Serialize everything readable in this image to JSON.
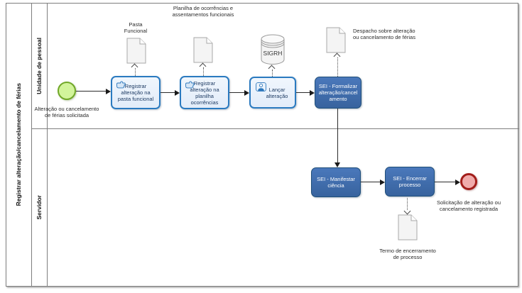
{
  "pool": {
    "label": "Registrar alteração/cancelamento de férias"
  },
  "lanes": [
    {
      "label": "Unidade de pessoal"
    },
    {
      "label": "Servidor"
    }
  ],
  "events": {
    "start": {
      "label": "Alteração ou cancelamento de férias solicitada"
    },
    "end": {
      "label": "Solicitação de alteração ou cancelamento registrada"
    }
  },
  "tasks": [
    {
      "label": "Registrar alteração na pasta funcional",
      "type": "manual",
      "style": "light"
    },
    {
      "label": "Registrar alteração na planilha ocorrências",
      "type": "manual",
      "style": "light"
    },
    {
      "label": "Lançar alteração",
      "type": "user",
      "style": "light"
    },
    {
      "label": "SEI - Formalizar alteração/cancelamento",
      "style": "dark"
    },
    {
      "label": "SEI - Manifestar ciência",
      "style": "dark"
    },
    {
      "label": "SEI - Encerrar processo",
      "style": "dark"
    }
  ],
  "artifacts": [
    {
      "type": "document",
      "label": "Pasta Funcional"
    },
    {
      "type": "document",
      "label": "Planilha de ocorrências e assentamentos funcionais"
    },
    {
      "type": "datastore",
      "label": "SIGRH"
    },
    {
      "type": "document",
      "label": "Despacho sobre alteração ou cancelamento de férias"
    },
    {
      "type": "document",
      "label": "Termo de encerramento de processo"
    }
  ],
  "colors": {
    "task_light_fill": "#e9f1fb",
    "task_light_border": "#2a7ac0",
    "task_dark_fill": "#3d6eb2",
    "task_dark_border": "#1f4e79",
    "start_fill": "#d2f49b",
    "start_border": "#71a828",
    "end_fill": "#f0abab",
    "end_border": "#a21d1a",
    "artifact_fill": "#f4f4f4",
    "artifact_border": "#a9a9a9",
    "connector": "#2b2b2b",
    "lane_border": "#7f7f7f"
  }
}
